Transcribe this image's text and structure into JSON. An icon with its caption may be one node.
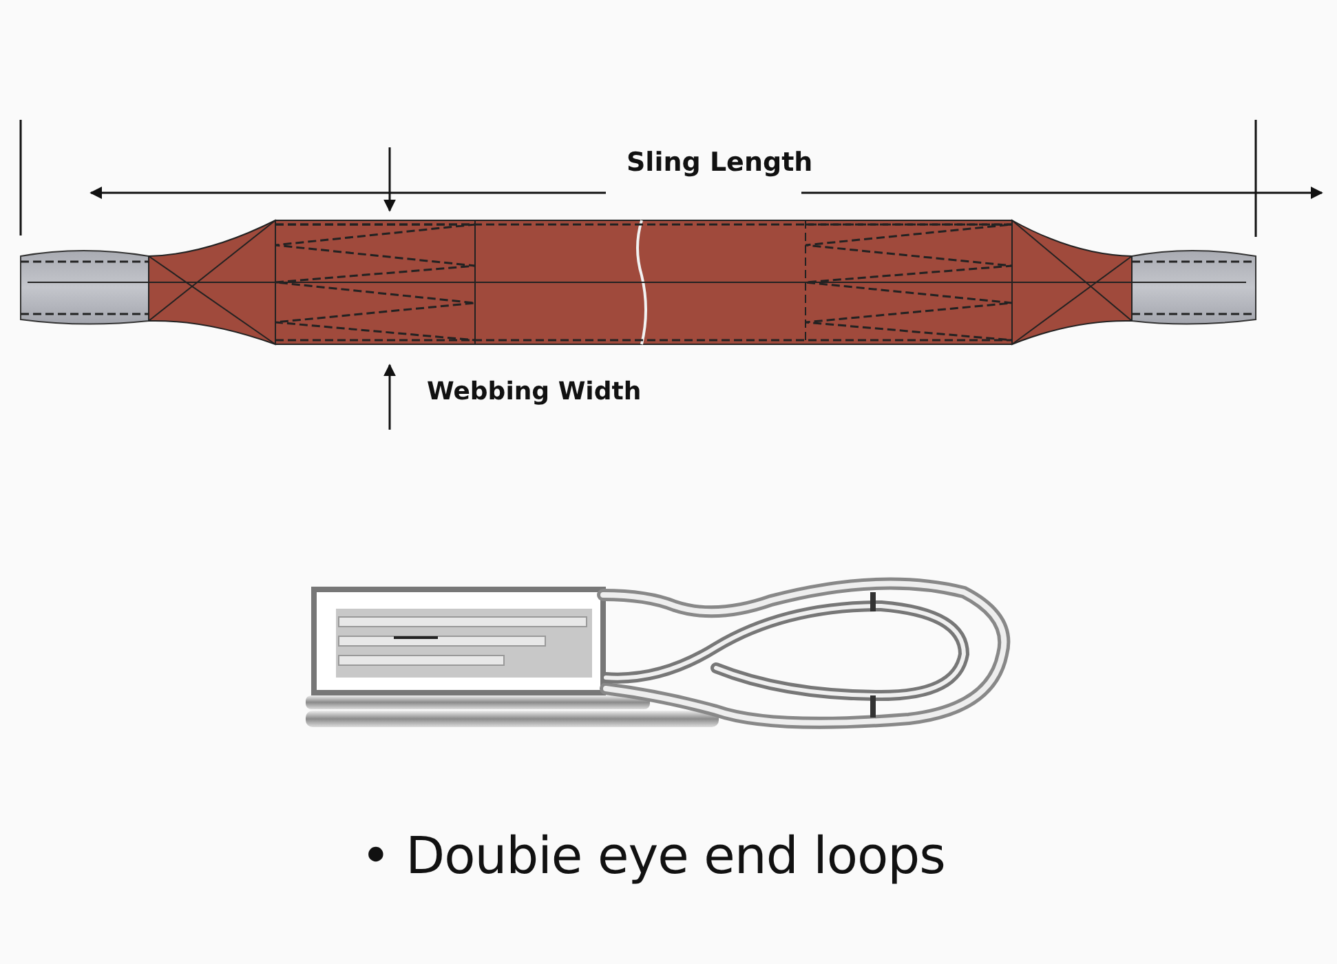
{
  "diagram": {
    "labels": [
      "Sling Length",
      "Webbing Width",
      "• Doubie eye end loops"
    ]
  }
}
